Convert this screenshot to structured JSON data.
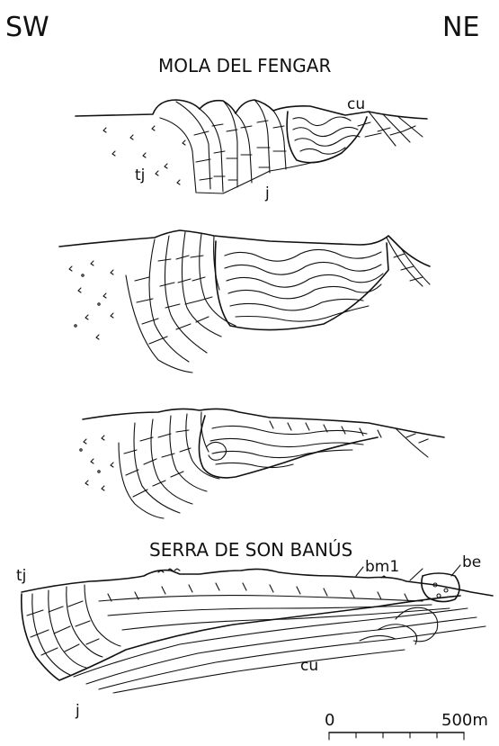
{
  "orientation": {
    "left": "SW",
    "right": "NE"
  },
  "sections": [
    {
      "title": "MOLA DEL FENGAR",
      "labels": {
        "cu": "cu",
        "tj": "tj",
        "j": "j"
      }
    },
    {
      "title": ""
    },
    {
      "title": ""
    },
    {
      "title": "SERRA DE SON BANÚS",
      "labels": {
        "tj": "tj",
        "bm1": "bm1",
        "be": "be",
        "cu": "cu",
        "j": "j"
      }
    }
  ],
  "scale": {
    "start": "0",
    "end": "500m"
  }
}
